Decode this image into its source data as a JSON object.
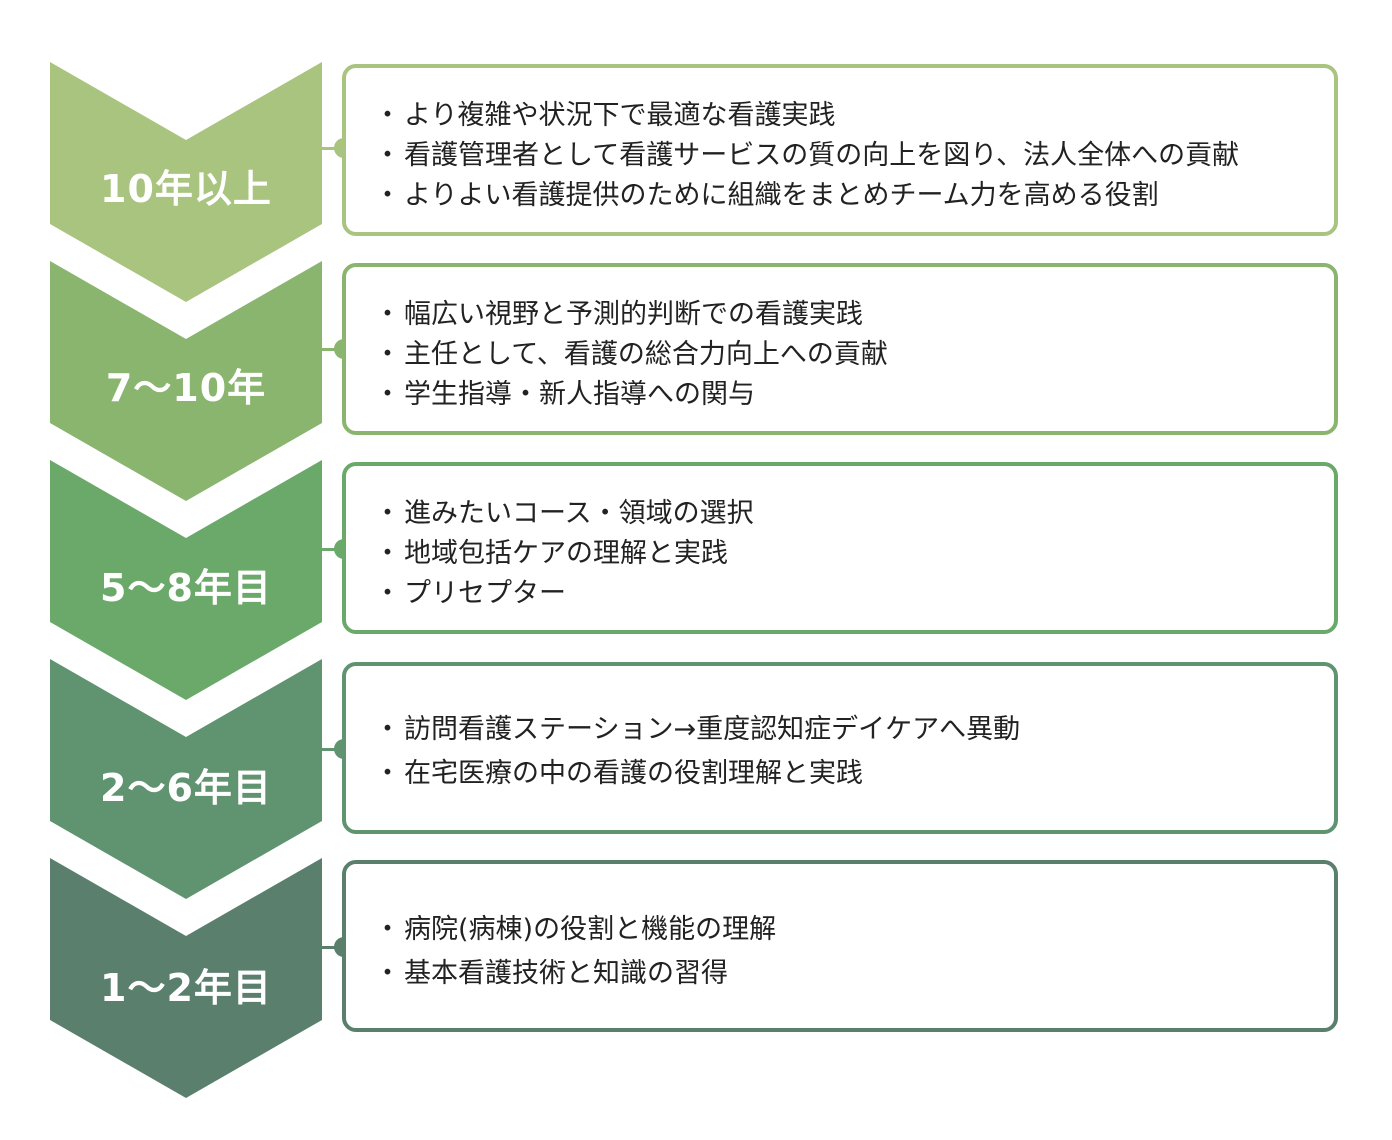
{
  "stages": [
    {
      "label": "10年以上",
      "color": "#a9c47f",
      "items": [
        "より複雑や状況下で最適な看護実践",
        "看護管理者として看護サービスの質の向上を図り、法人全体への貢献",
        "よりよい看護提供のために組織をまとめチーム力を高める役割"
      ]
    },
    {
      "label": "7～10年",
      "color": "#8ab56f",
      "items": [
        "幅広い視野と予測的判断での看護実践",
        "主任として、看護の総合力向上への貢献",
        "学生指導・新人指導への関与"
      ]
    },
    {
      "label": "5～8年目",
      "color": "#6aa96a",
      "items": [
        "進みたいコース・領域の選択",
        "地域包括ケアの理解と実践",
        "プリセプター"
      ]
    },
    {
      "label": "2～6年目",
      "color": "#609470",
      "items": [
        "訪問看護ステーション→重度認知症デイケアへ異動",
        "在宅医療の中の看護の役割理解と実践"
      ]
    },
    {
      "label": "1～2年目",
      "color": "#5a7f6d",
      "items": [
        "病院(病棟)の役割と機能の理解",
        "基本看護技術と知識の習得"
      ]
    }
  ],
  "bullet": "・"
}
